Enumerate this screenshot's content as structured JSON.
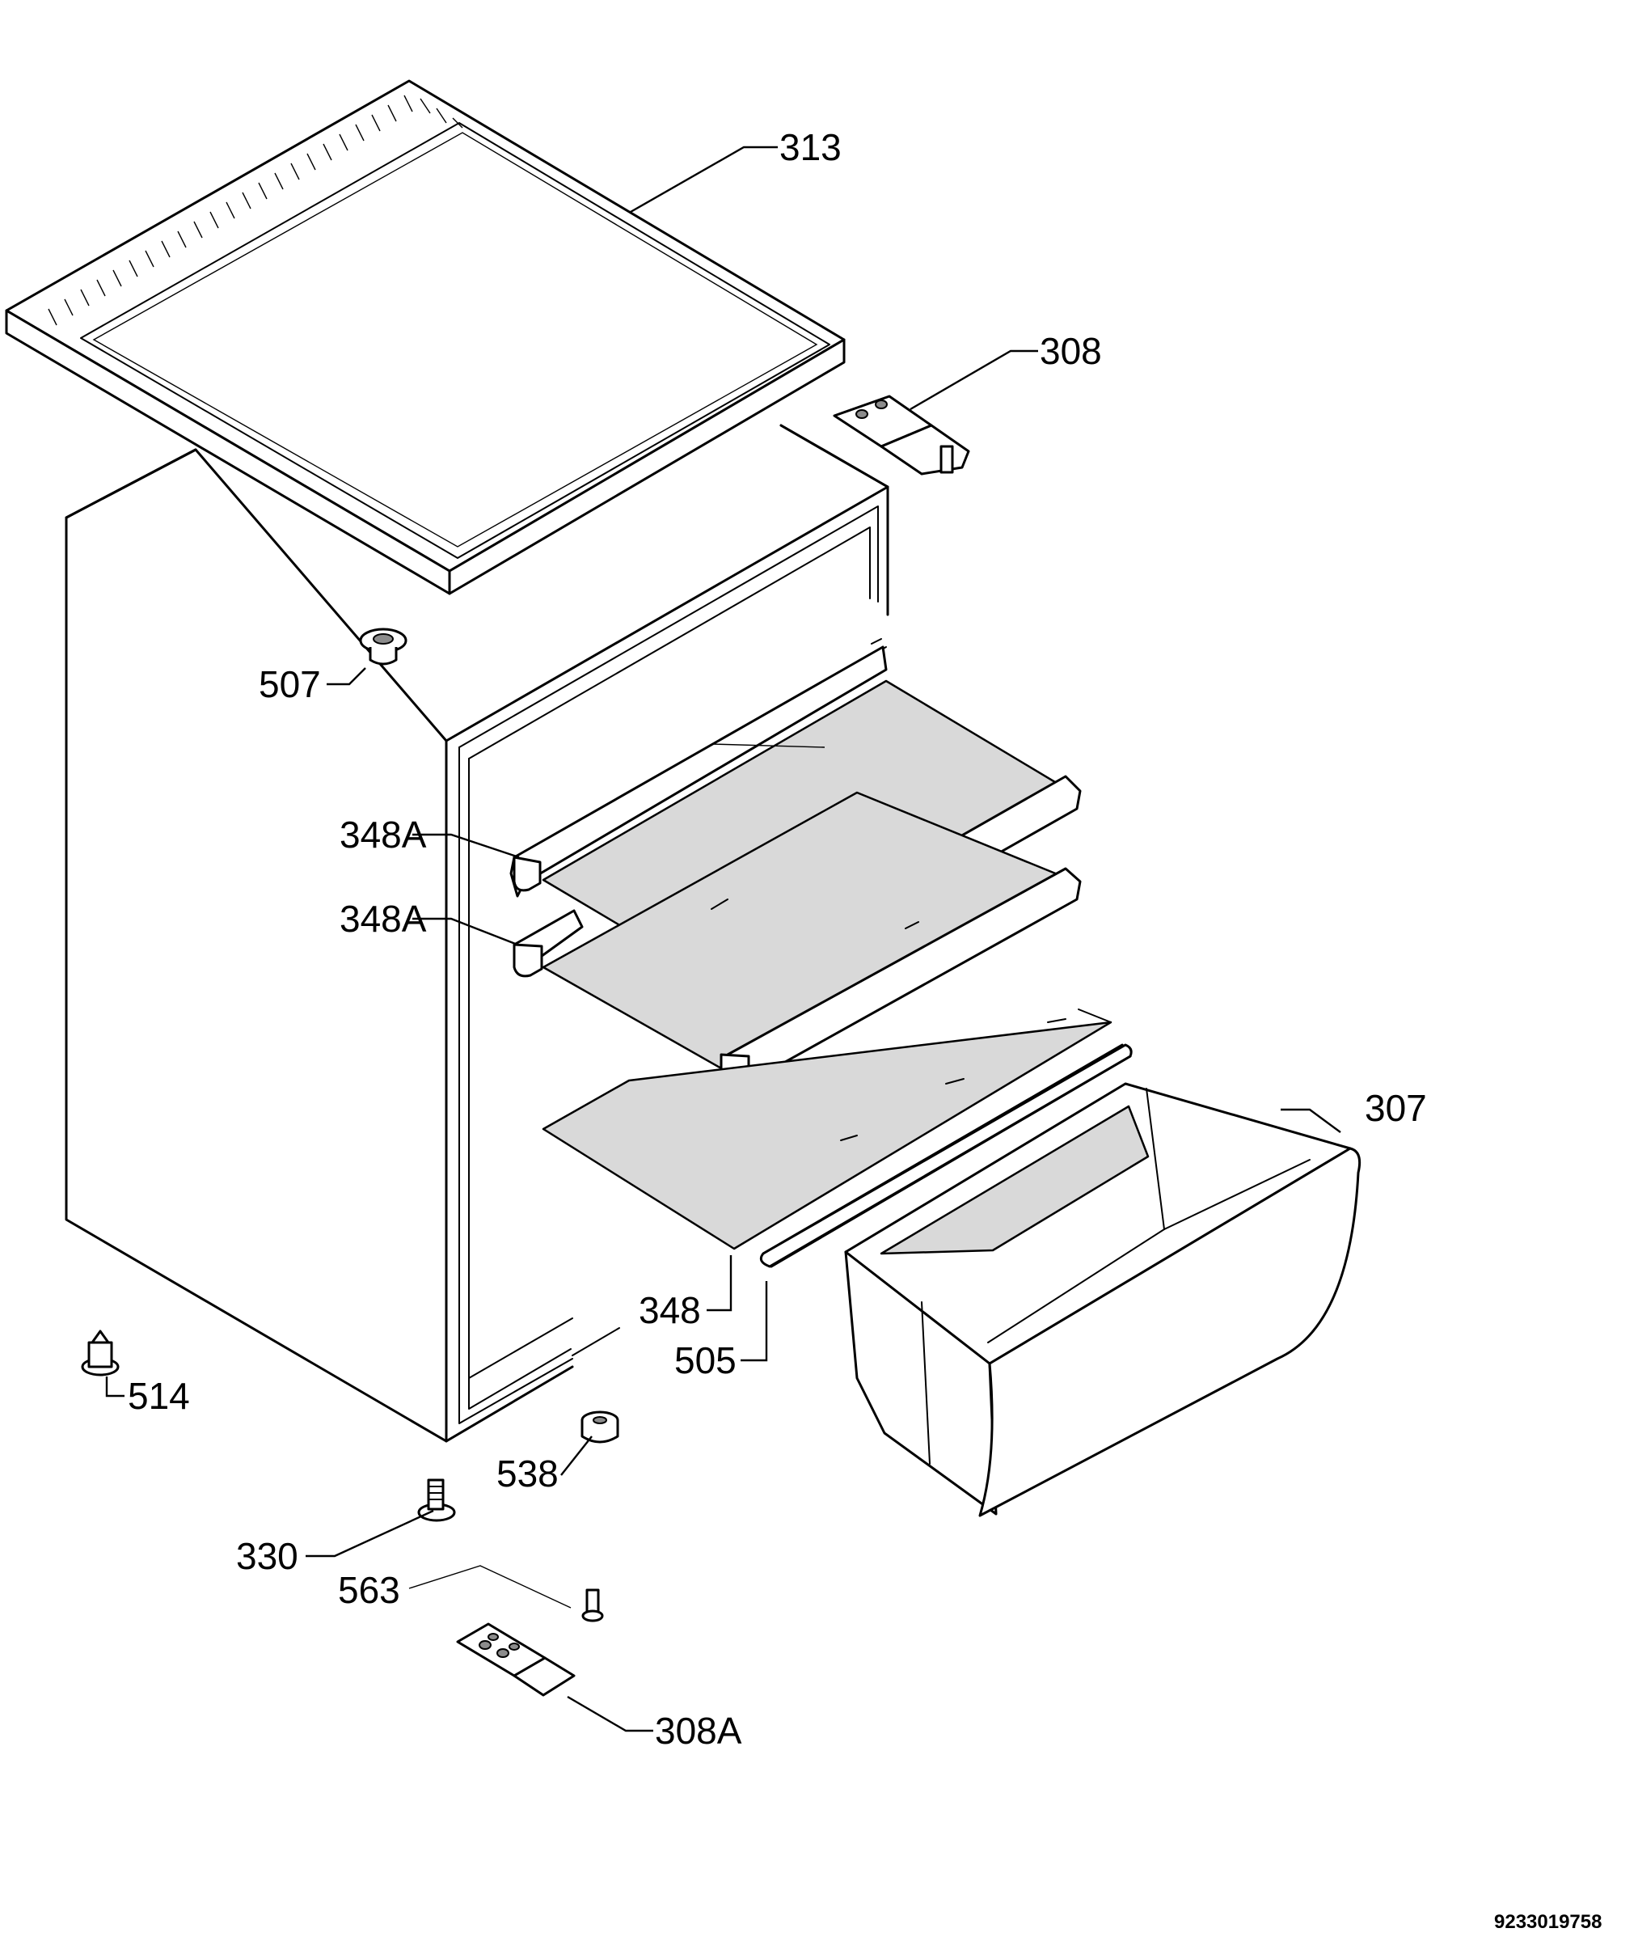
{
  "callouts": {
    "lid": "313",
    "hinge_top": "308",
    "plug": "507",
    "shelf_upper": "348A",
    "shelf_middle": "348A",
    "shelf_glass": "348",
    "shelf_trim": "505",
    "crisper": "307",
    "foot_left": "514",
    "spacer": "538",
    "foot_screw": "330",
    "hinge_pin": "563",
    "hinge_bottom": "308A"
  },
  "drawing_code": "9233019758"
}
